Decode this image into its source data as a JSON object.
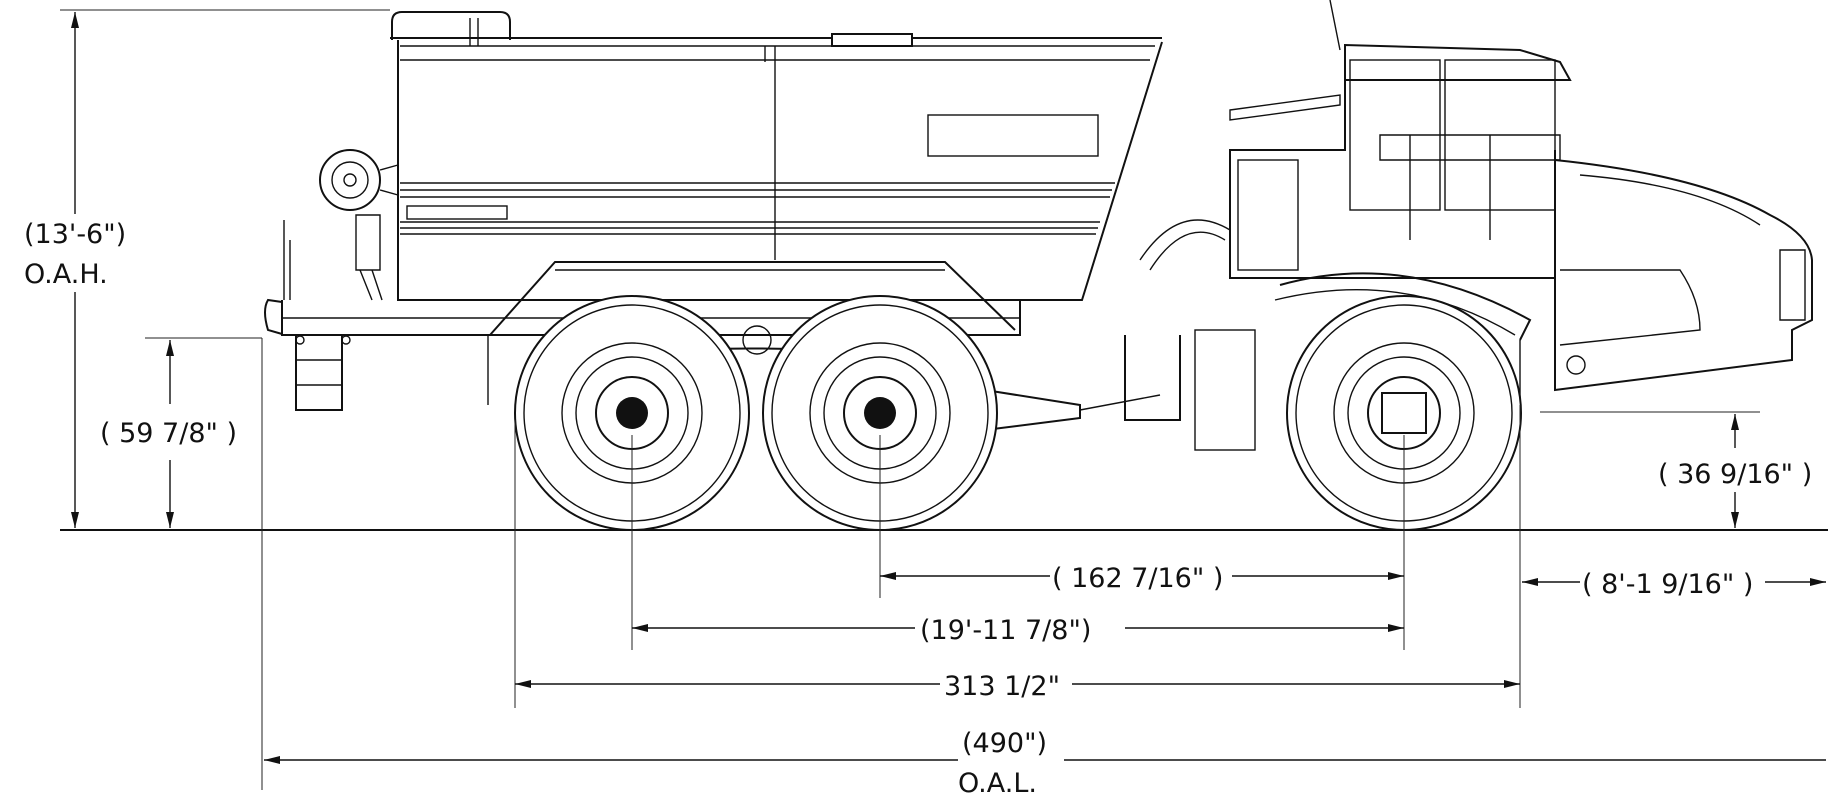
{
  "dimensions": {
    "overall_height": {
      "value": "(13'-6\")",
      "label": "O.A.H."
    },
    "deck_height": "( 59 7/8\" )",
    "front_clearance": "( 36 9/16\" )",
    "tandem_to_front_axle": "( 162 7/16\" )",
    "rear_axle_to_front_axle": "(19'-11 7/8\")",
    "tire_span": "313 1/2\"",
    "front_overhang": "( 8'-1 9/16\" )",
    "overall_length": {
      "value": "(490\")",
      "label": "O.A.L."
    }
  }
}
